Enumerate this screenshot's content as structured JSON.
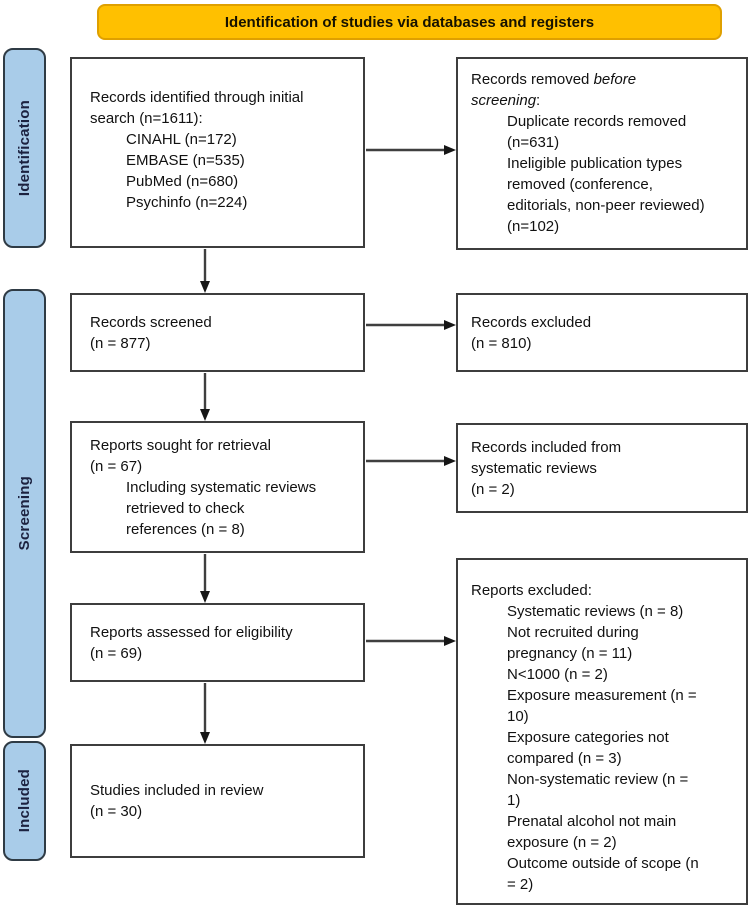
{
  "banner": {
    "label": "Identification of studies via databases and registers"
  },
  "colors": {
    "banner_fill": "#FFC000",
    "banner_border": "#DFA000",
    "stage_fill": "#A9CCE9",
    "stage_border": "#2F3B45",
    "box_border": "#3D3D3D",
    "arrow": "#3F3F3F",
    "text": "#111111"
  },
  "stages": [
    {
      "label": "Identification"
    },
    {
      "label": "Screening"
    },
    {
      "label": "Included"
    }
  ],
  "boxes": {
    "records_identified": {
      "title": "Records identified through initial\nsearch (n=1611):",
      "items": [
        "CINAHL (n=172)",
        "EMBASE (n=535)",
        "PubMed (n=680)",
        "Psychinfo (n=224)"
      ]
    },
    "records_removed": {
      "title_plain": "Records removed ",
      "title_italic": "before\nscreening",
      "title_suffix": ":",
      "items": [
        "Duplicate records removed\n(n=631)",
        "Ineligible publication types\nremoved (conference,\neditorials, non-peer reviewed)\n(n=102)"
      ]
    },
    "records_screened": {
      "title": "Records screened\n(n = 877)"
    },
    "records_excluded": {
      "title": "Records excluded\n(n = 810)"
    },
    "reports_sought": {
      "title": "Reports sought for retrieval\n(n = 67)",
      "items": [
        "Including systematic reviews\nretrieved to check\nreferences (n = 8)"
      ]
    },
    "records_included_from_reviews": {
      "title": "Records included from\nsystematic reviews\n(n = 2)"
    },
    "reports_assessed": {
      "title": "Reports assessed for eligibility\n(n = 69)"
    },
    "reports_excluded": {
      "title": "Reports excluded:",
      "items": [
        "Systematic reviews (n = 8)",
        "Not recruited during\npregnancy (n = 11)",
        "N<1000 (n = 2)",
        "Exposure measurement (n =\n10)",
        "Exposure categories not\ncompared (n = 3)",
        "Non-systematic review (n =\n1)",
        "Prenatal alcohol not main\nexposure (n = 2)",
        "Outcome outside of scope (n\n= 2)"
      ]
    },
    "studies_included": {
      "title": "Studies included in review\n(n = 30)"
    }
  }
}
